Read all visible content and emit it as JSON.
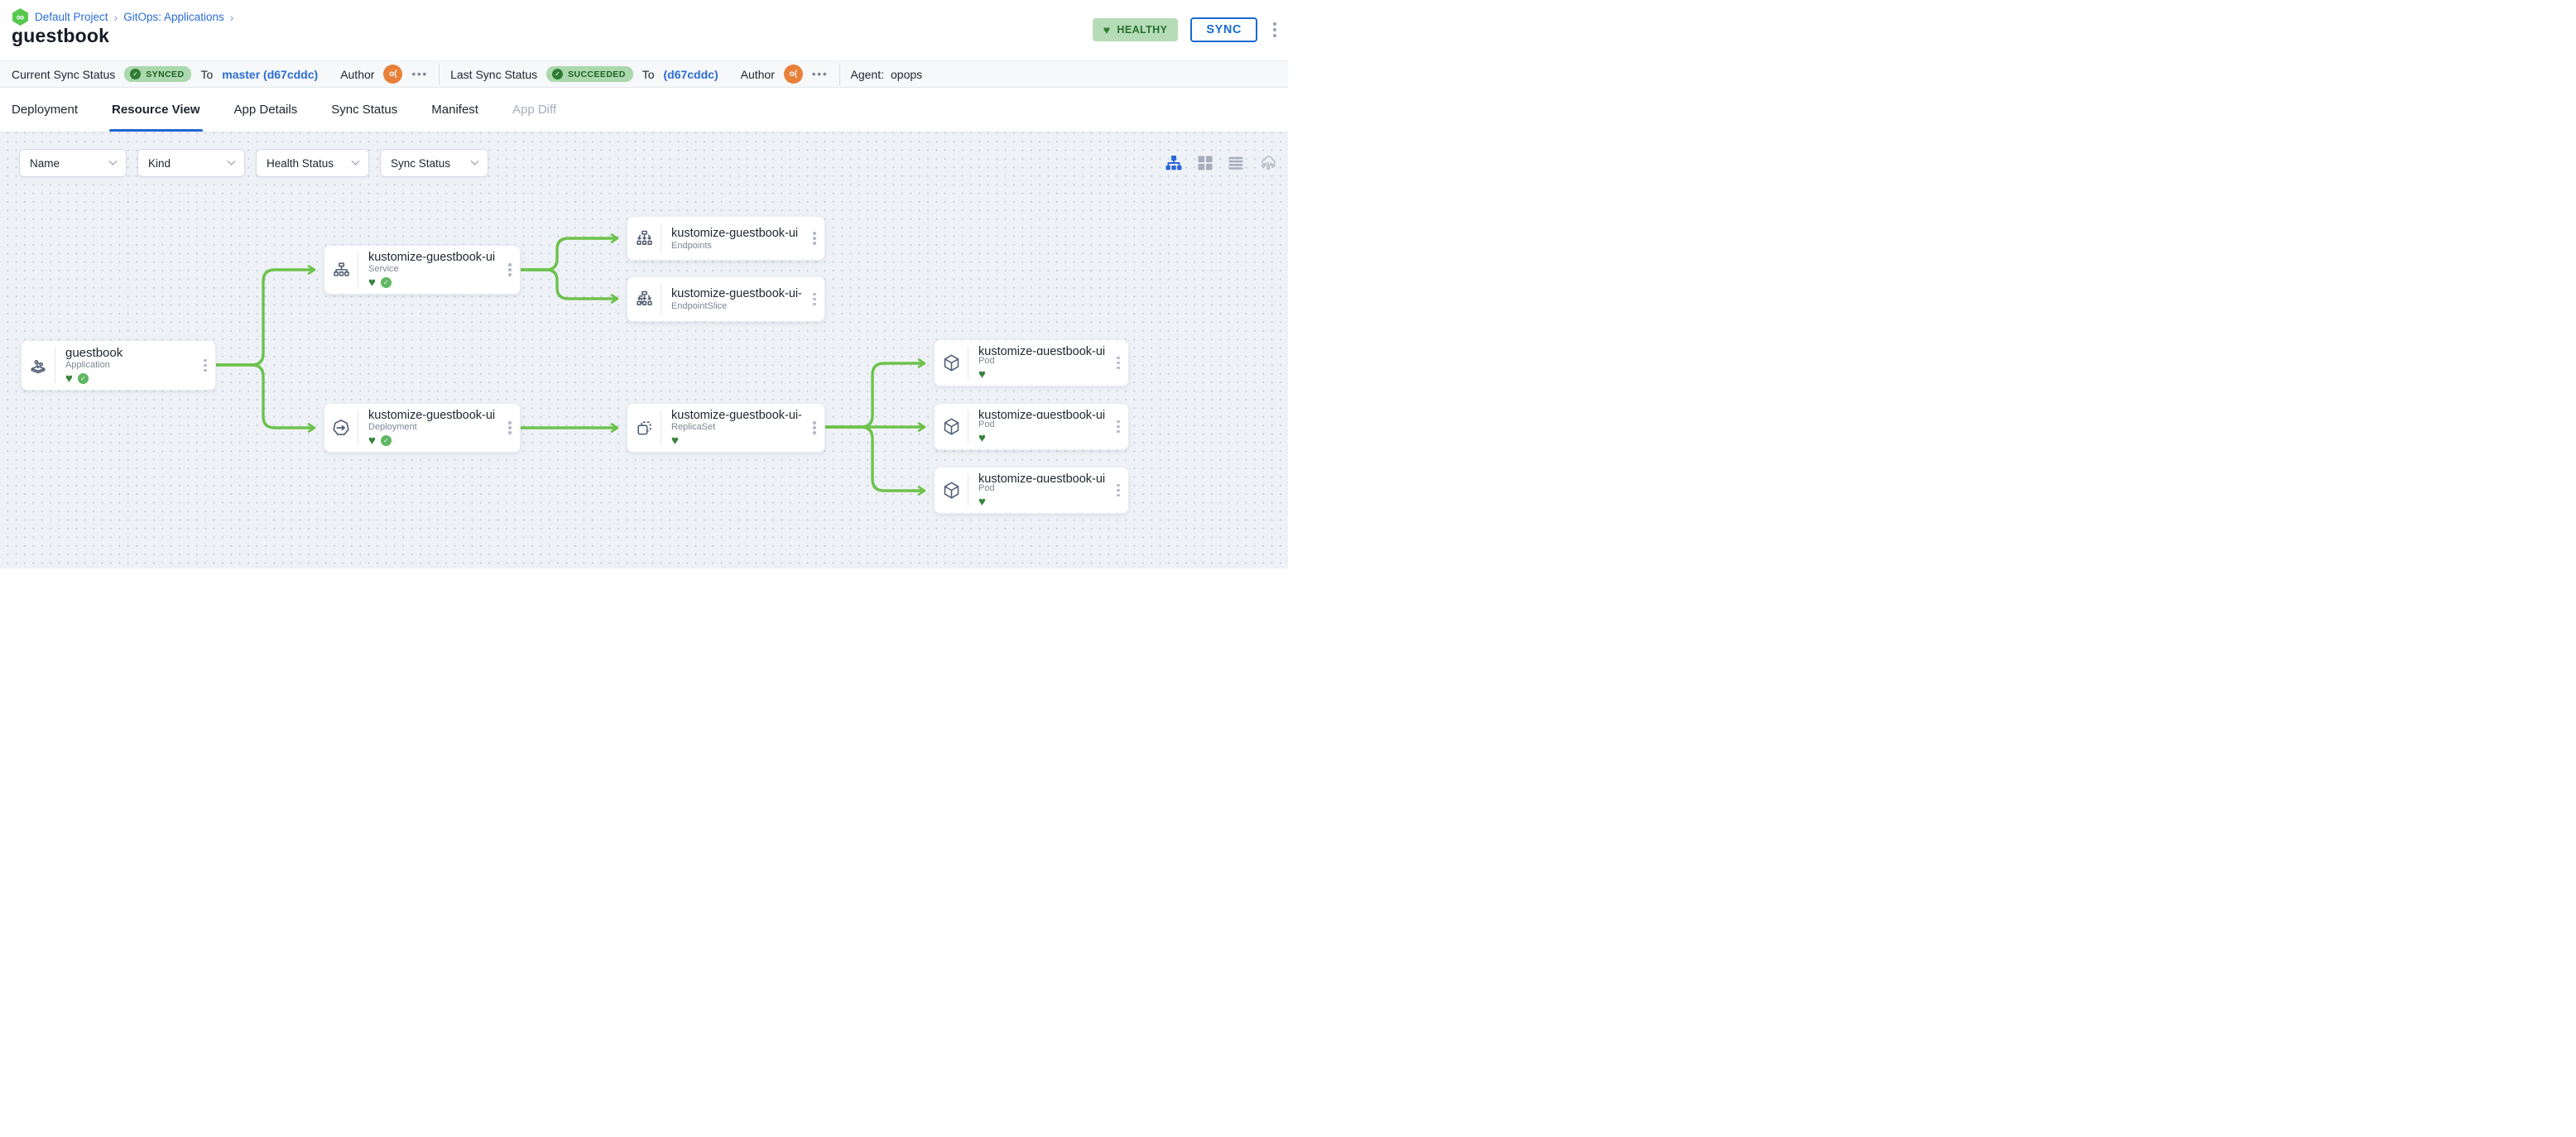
{
  "breadcrumb": {
    "project": "Default Project",
    "separator": "›",
    "section": "GitOps: Applications"
  },
  "header": {
    "title": "guestbook",
    "health_badge": "HEALTHY",
    "sync_button": "SYNC"
  },
  "status_bar": {
    "current_label": "Current Sync Status",
    "current_badge": "SYNCED",
    "current_to_label": "To",
    "current_target": "master (d67cddc)",
    "author_label": "Author",
    "author_initials": "o(",
    "more": "•••",
    "last_label": "Last Sync Status",
    "last_badge": "SUCCEEDED",
    "last_to_label": "To",
    "last_target": "(d67cddc)",
    "agent_label": "Agent:",
    "agent_value": "opops"
  },
  "tabs": [
    {
      "label": "Deployment",
      "state": "normal"
    },
    {
      "label": "Resource View",
      "state": "active"
    },
    {
      "label": "App Details",
      "state": "normal"
    },
    {
      "label": "Sync Status",
      "state": "normal"
    },
    {
      "label": "Manifest",
      "state": "normal"
    },
    {
      "label": "App Diff",
      "state": "disabled"
    }
  ],
  "filters": [
    "Name",
    "Kind",
    "Health Status",
    "Sync Status"
  ],
  "view_toggles": [
    {
      "icon": "tree-view-icon",
      "active": true
    },
    {
      "icon": "grid-view-icon",
      "active": false
    },
    {
      "icon": "list-view-icon",
      "active": false
    },
    {
      "icon": "cloud-view-icon",
      "active": false
    }
  ],
  "nodes": [
    {
      "title": "guestbook",
      "kind": "Application",
      "healthy": true,
      "synced": true
    },
    {
      "title": "kustomize-guestbook-ui",
      "kind": "Service",
      "healthy": true,
      "synced": true
    },
    {
      "title": "kustomize-guestbook-ui",
      "kind": "Endpoints",
      "healthy": null,
      "synced": null
    },
    {
      "title": "kustomize-guestbook-ui-...",
      "kind": "EndpointSlice",
      "healthy": null,
      "synced": null
    },
    {
      "title": "kustomize-guestbook-ui",
      "kind": "Deployment",
      "healthy": true,
      "synced": true
    },
    {
      "title": "kustomize-guestbook-ui-...",
      "kind": "ReplicaSet",
      "healthy": true,
      "synced": null
    },
    {
      "title": "kustomize-guestbook-ui-...",
      "kind": "Pod",
      "healthy": true,
      "synced": null
    },
    {
      "title": "kustomize-guestbook-ui-...",
      "kind": "Pod",
      "healthy": true,
      "synced": null
    },
    {
      "title": "kustomize-guestbook-ui-...",
      "kind": "Pod",
      "healthy": true,
      "synced": null
    }
  ],
  "edges": [
    {
      "from": "guestbook (Application)",
      "to": "kustomize-guestbook-ui (Service)"
    },
    {
      "from": "guestbook (Application)",
      "to": "kustomize-guestbook-ui (Deployment)"
    },
    {
      "from": "kustomize-guestbook-ui (Service)",
      "to": "kustomize-guestbook-ui (Endpoints)"
    },
    {
      "from": "kustomize-guestbook-ui (Service)",
      "to": "kustomize-guestbook-ui-... (EndpointSlice)"
    },
    {
      "from": "kustomize-guestbook-ui (Deployment)",
      "to": "kustomize-guestbook-ui-... (ReplicaSet)"
    },
    {
      "from": "kustomize-guestbook-ui-... (ReplicaSet)",
      "to": "kustomize-guestbook-ui-... (Pod 1)"
    },
    {
      "from": "kustomize-guestbook-ui-... (ReplicaSet)",
      "to": "kustomize-guestbook-ui-... (Pod 2)"
    },
    {
      "from": "kustomize-guestbook-ui-... (ReplicaSet)",
      "to": "kustomize-guestbook-ui-... (Pod 3)"
    }
  ],
  "colors": {
    "accent_blue": "#1a6bd0",
    "link_blue": "#2b6cd4",
    "edge_green": "#6cc24a",
    "healthy_green": "#2e7d32",
    "badge_bg_green": "#abd8ac",
    "avatar_orange": "#e8803a",
    "canvas_bg": "#eef2f7"
  }
}
